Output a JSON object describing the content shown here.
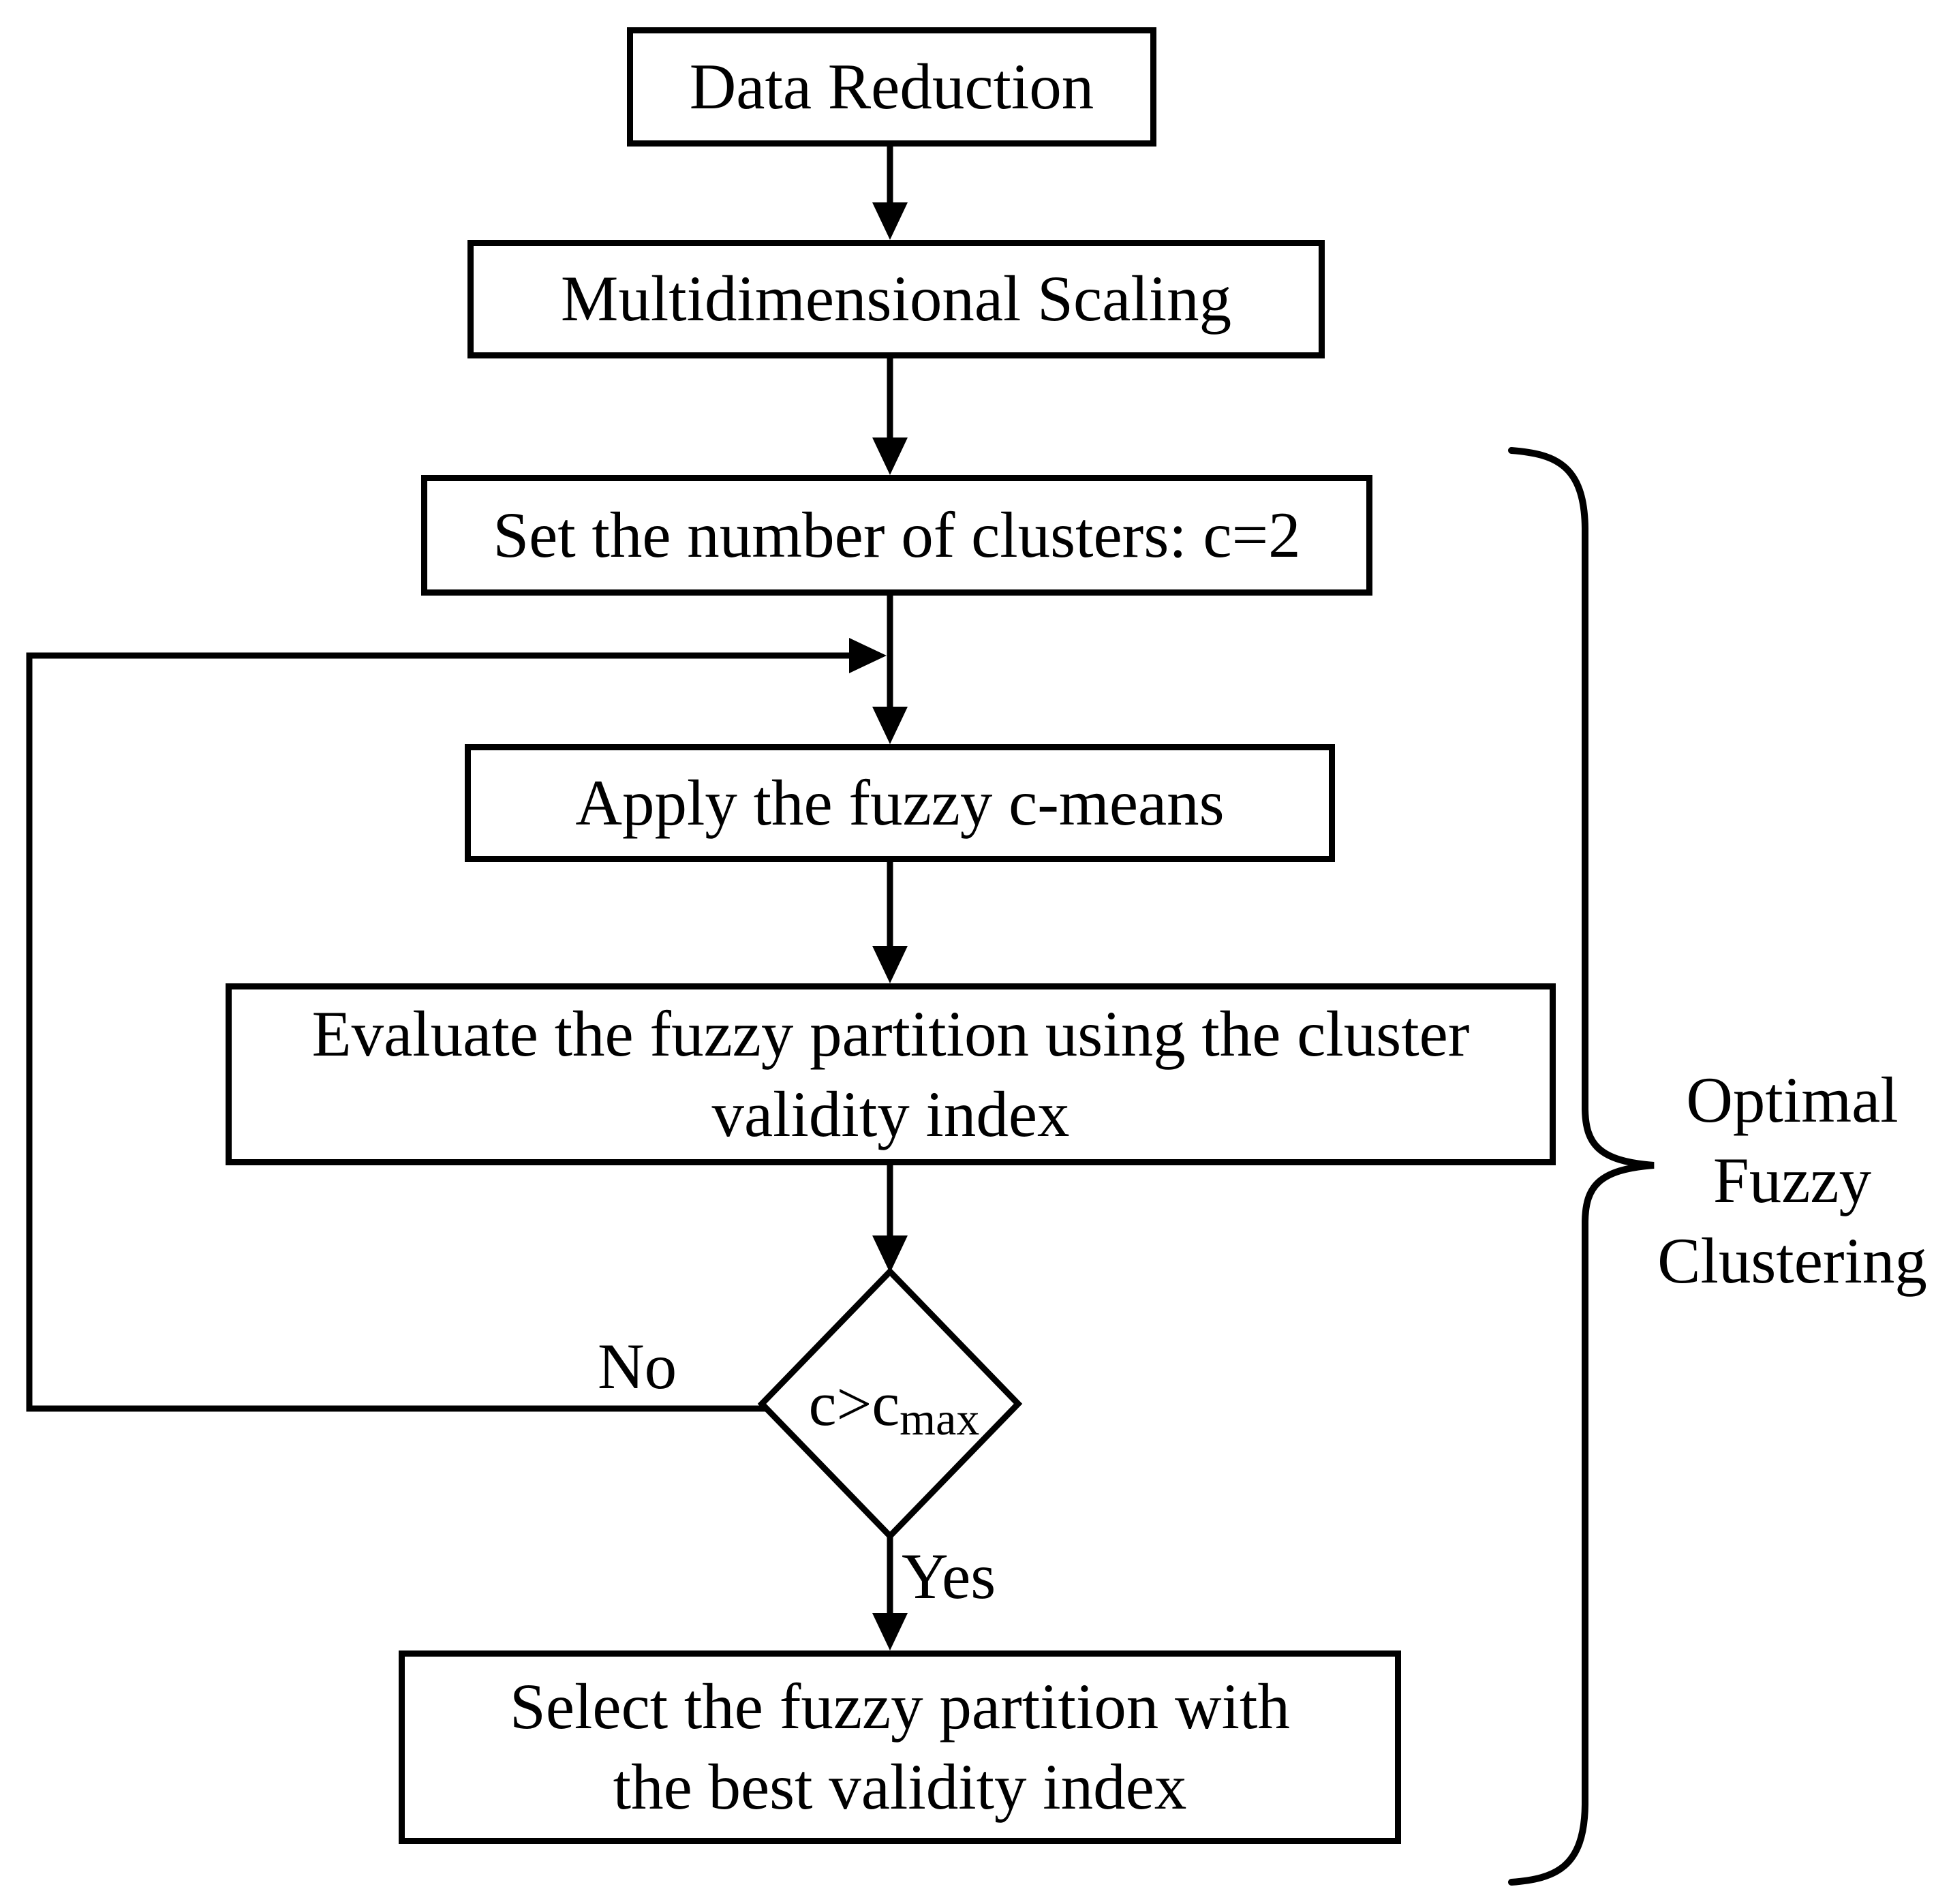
{
  "flowchart": {
    "boxes": {
      "data_reduction": {
        "label": "Data Reduction"
      },
      "mds": {
        "label": "Multidimensional Scaling"
      },
      "set_clusters": {
        "label": "Set the number of clusters: c=2"
      },
      "apply_fcm": {
        "label": "Apply the fuzzy c-means"
      },
      "evaluate": {
        "line1": "Evaluate the fuzzy partition using the cluster",
        "line2": "validity index"
      },
      "select": {
        "line1": "Select the fuzzy partition with",
        "line2": "the best validity index"
      }
    },
    "decision": {
      "main": "c>c",
      "sub": "max"
    },
    "edge_labels": {
      "no": "No",
      "yes": "Yes"
    },
    "brace_label": {
      "line1": "Optimal",
      "line2": "Fuzzy",
      "line3": "Clustering"
    },
    "colors": {
      "stroke": "#000000",
      "background": "#ffffff"
    }
  }
}
